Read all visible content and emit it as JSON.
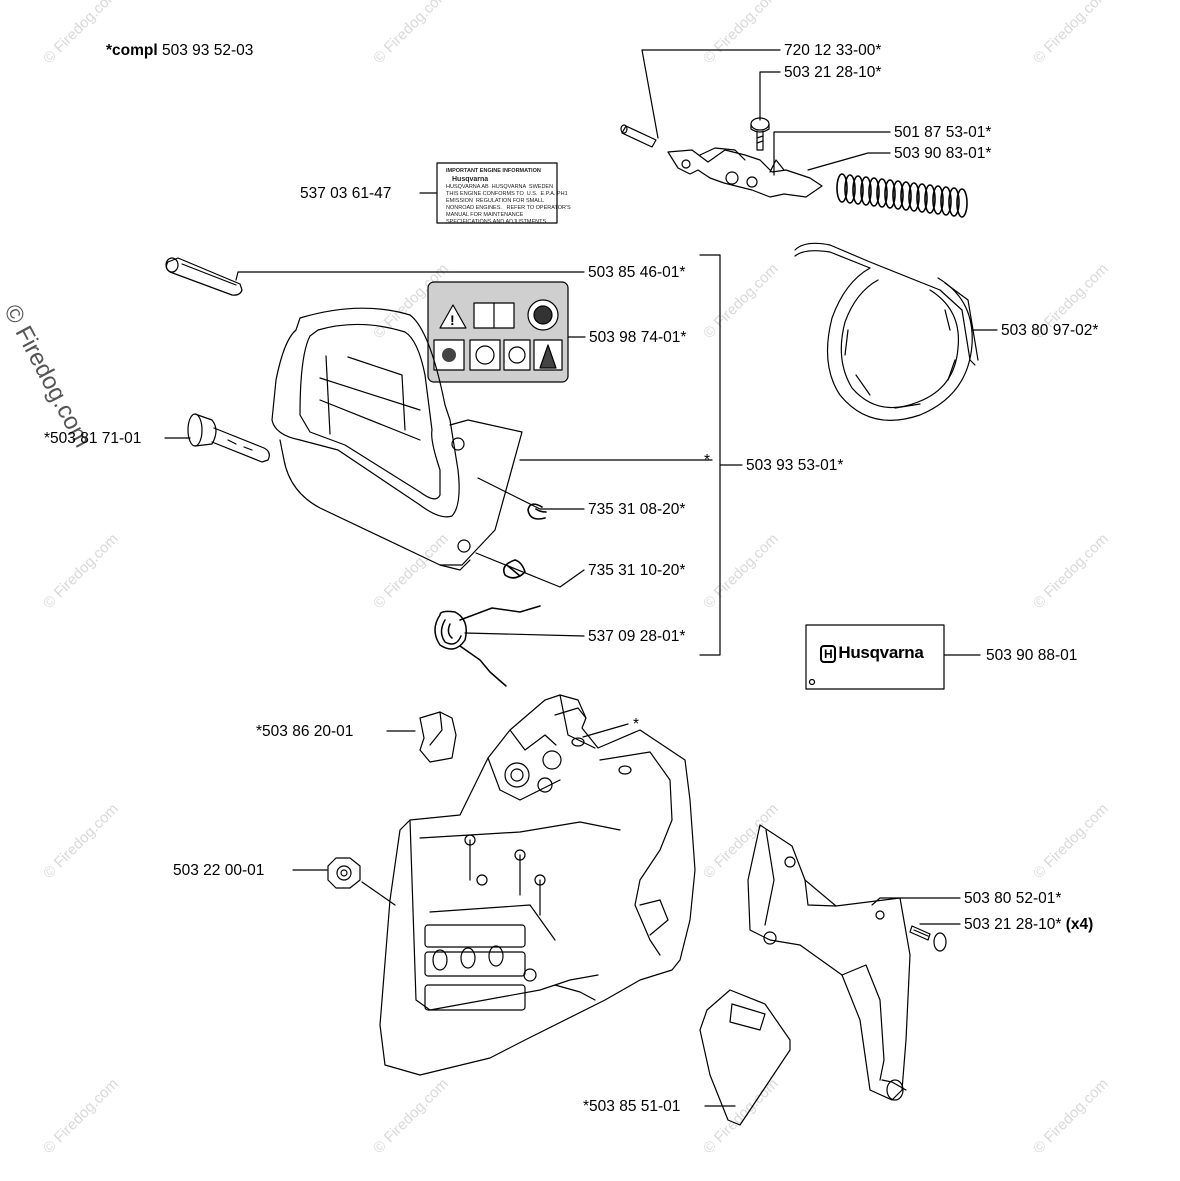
{
  "watermark": "© Firedog.com",
  "side_watermark": "© Firedog.com",
  "header": {
    "compl_prefix": "*compl",
    "compl_number": "503 93 52-03"
  },
  "decal_engine_info": {
    "title": "IMPORTANT ENGINE INFORMATION",
    "brand": "Husqvarna",
    "lines": "HUSQVARNA AB  HUSQVARNA  SWEDEN\nTHIS ENGINE CONFORMS TO  U.S.  E.P.A. PH1\nEMISSION  REGULATION FOR SMALL\nNONROAD ENGINES.   REFER TO OPERATOR'S\nMANUAL FOR MAINTENANCE\nSPECIFICATIONS AND ADJUSTMENTS."
  },
  "logo_decal_brand": "Husqvarna",
  "labels": {
    "l720_12_33": "720 12 33-00*",
    "l503_21_28_a": "503 21 28-10*",
    "l501_87_53": "501 87 53-01*",
    "l503_90_83": "503 90 83-01*",
    "l537_03_61": "537 03 61-47",
    "l503_85_46": "503 85 46-01*",
    "l503_98_74": "503 98 74-01*",
    "l503_80_97": "503 80 97-02*",
    "l503_81_71": "*503 81 71-01",
    "star_a": "*",
    "l503_93_53": "503 93 53-01*",
    "l735_31_08": "735 31 08-20*",
    "l735_31_10": "735 31 10-20*",
    "l537_09_28": "537 09 28-01*",
    "l503_90_88": "503 90 88-01",
    "l503_86_20": "*503 86 20-01",
    "star_b": "*",
    "l503_22_00": "503 22 00-01",
    "l503_80_52": "503 80 52-01*",
    "l503_21_28_b": "503 21 28-10*",
    "l503_21_28_b_qty": "(x4)",
    "l503_85_51": "*503 85 51-01"
  }
}
